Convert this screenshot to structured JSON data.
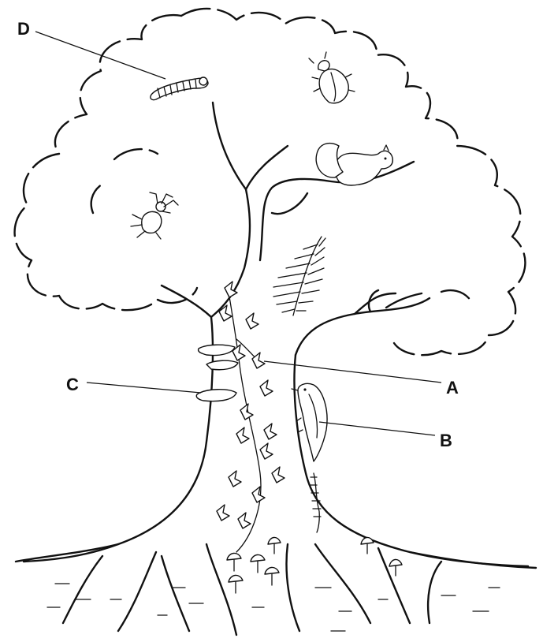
{
  "labels": {
    "a": "A",
    "b": "B",
    "c": "C",
    "d": "D"
  },
  "icons": [
    "caterpillar-icon",
    "beetle-icon",
    "squirrel-icon",
    "spider-icon",
    "fern-icon",
    "ivy-icon",
    "bracket-fungus-icon",
    "woodpecker-icon",
    "mushroom-icon"
  ]
}
